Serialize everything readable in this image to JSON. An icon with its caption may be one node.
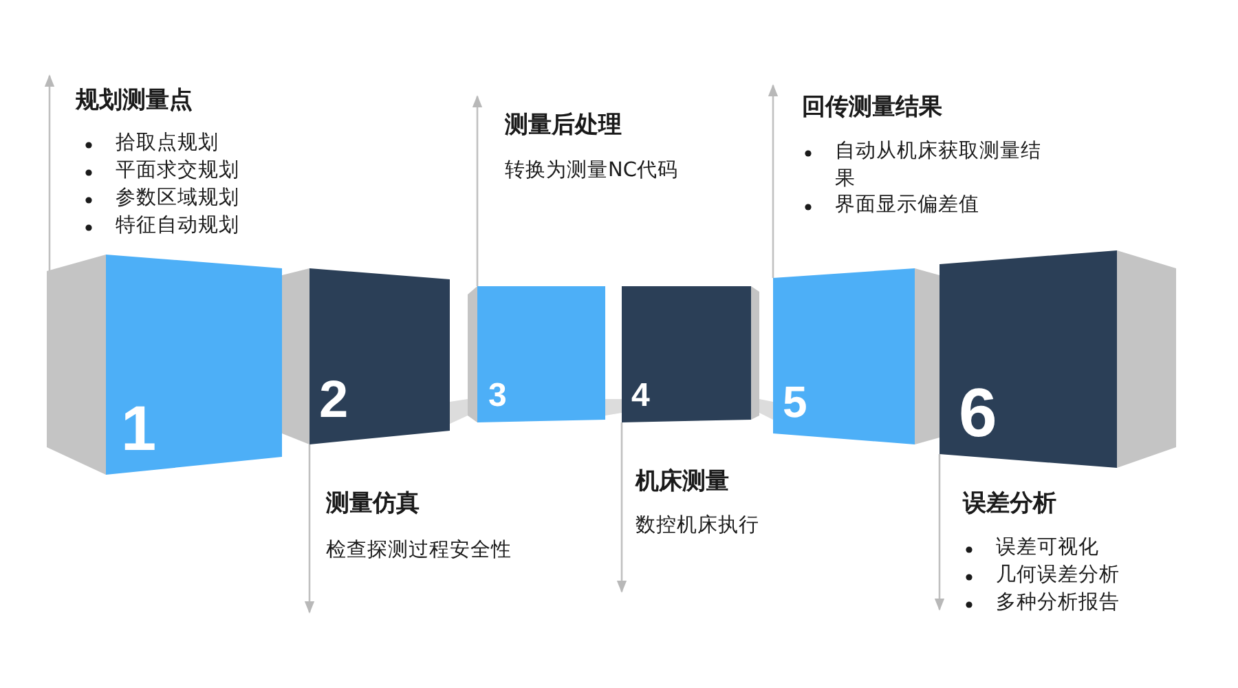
{
  "diagram": {
    "nodes": [
      {
        "text": [
          "1"
        ],
        "beside": [
          "规划测量点",
          "拾取点规划",
          "平面求交规划",
          "参数区域规划",
          "特征自动规划"
        ]
      },
      {
        "text": [
          "2"
        ],
        "beside": [
          "测量仿真",
          "检查探测过程安全性"
        ]
      },
      {
        "text": [
          "3"
        ],
        "beside": [
          "测量后处理",
          "转换为测量NC代码"
        ]
      },
      {
        "text": [
          "4"
        ],
        "beside": [
          "机床测量",
          "数控机床执行"
        ]
      },
      {
        "text": [
          "5"
        ],
        "beside": [
          "回传测量结果",
          "自动从机床获取测量结果",
          "界面显示偏差值"
        ]
      },
      {
        "text": [
          "6"
        ],
        "beside": [
          "误差分析",
          "误差可视化",
          "几何误差分析",
          "多种分析报告"
        ]
      }
    ],
    "edges": [
      {
        "from": 0,
        "to": null,
        "arrow": "to"
      },
      {
        "from": 1,
        "to": null,
        "arrow": "to"
      },
      {
        "from": 2,
        "to": null,
        "arrow": "to"
      },
      {
        "from": 3,
        "to": null,
        "arrow": "to"
      },
      {
        "from": 4,
        "to": null,
        "arrow": "to"
      },
      {
        "from": 5,
        "to": null,
        "arrow": "to"
      }
    ]
  }
}
